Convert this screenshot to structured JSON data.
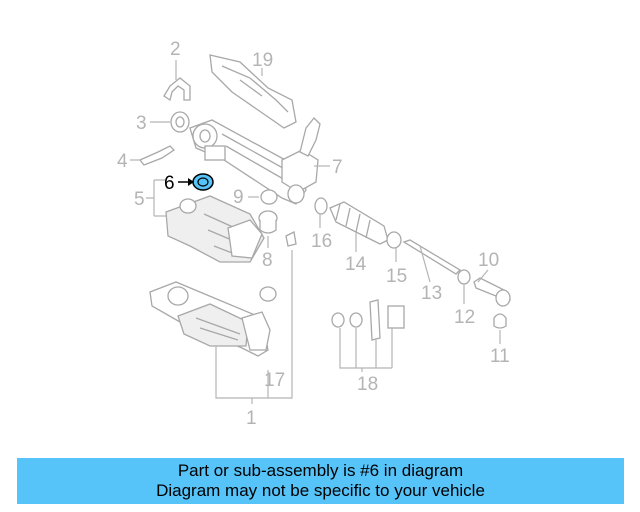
{
  "diagram": {
    "callouts": [
      {
        "id": "c1",
        "text": "1"
      },
      {
        "id": "c2",
        "text": "2"
      },
      {
        "id": "c3",
        "text": "3"
      },
      {
        "id": "c4",
        "text": "4"
      },
      {
        "id": "c5",
        "text": "5"
      },
      {
        "id": "c6",
        "text": "6",
        "highlighted": true
      },
      {
        "id": "c7",
        "text": "7"
      },
      {
        "id": "c8",
        "text": "8"
      },
      {
        "id": "c9",
        "text": "9"
      },
      {
        "id": "c10",
        "text": "10"
      },
      {
        "id": "c11",
        "text": "11"
      },
      {
        "id": "c12",
        "text": "12"
      },
      {
        "id": "c13",
        "text": "13"
      },
      {
        "id": "c14",
        "text": "14"
      },
      {
        "id": "c15",
        "text": "15"
      },
      {
        "id": "c16",
        "text": "16"
      },
      {
        "id": "c17",
        "text": "17"
      },
      {
        "id": "c18",
        "text": "18"
      },
      {
        "id": "c19",
        "text": "19"
      }
    ],
    "highlight_color": "#56c3f9",
    "line_color": "#a8a8a8"
  },
  "banner": {
    "line1": "Part or sub-assembly is #6 in diagram",
    "line2": "Diagram may not be specific to your vehicle",
    "background": "#56c3f9"
  }
}
